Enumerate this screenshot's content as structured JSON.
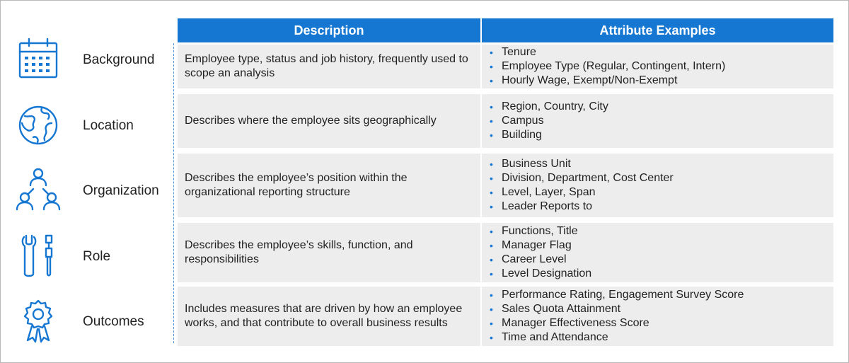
{
  "header": {
    "description": "Description",
    "attributes": "Attribute Examples"
  },
  "rows": [
    {
      "label": "Background",
      "icon": "calendar-icon",
      "description": "Employee type, status and job history, frequently used to scope an analysis",
      "attributes": [
        "Tenure",
        "Employee Type (Regular, Contingent, Intern)",
        "Hourly Wage, Exempt/Non-Exempt"
      ]
    },
    {
      "label": "Location",
      "icon": "globe-icon",
      "description": "Describes where the employee sits geographically",
      "attributes": [
        "Region, Country, City",
        "Campus",
        "Building"
      ]
    },
    {
      "label": "Organization",
      "icon": "org-chart-icon",
      "description": "Describes the employee’s position within the organizational reporting structure",
      "attributes": [
        "Business Unit",
        "Division, Department, Cost Center",
        "Level, Layer, Span",
        "Leader Reports to"
      ]
    },
    {
      "label": "Role",
      "icon": "tools-icon",
      "description": "Describes the employee’s skills, function, and responsibilities",
      "attributes": [
        "Functions, Title",
        "Manager Flag",
        "Career Level",
        "Level Designation"
      ]
    },
    {
      "label": "Outcomes",
      "icon": "award-ribbon-icon",
      "description": "Includes measures that are driven by how an employee works, and that contribute to overall business results",
      "attributes": [
        "Performance Rating, Engagement Survey Score",
        "Sales Quota Attainment",
        "Manager Effectiveness Score",
        "Time and Attendance"
      ]
    }
  ],
  "colors": {
    "accent": "#1677d2",
    "row_background": "#ededed",
    "dash": "#4f92d6"
  }
}
